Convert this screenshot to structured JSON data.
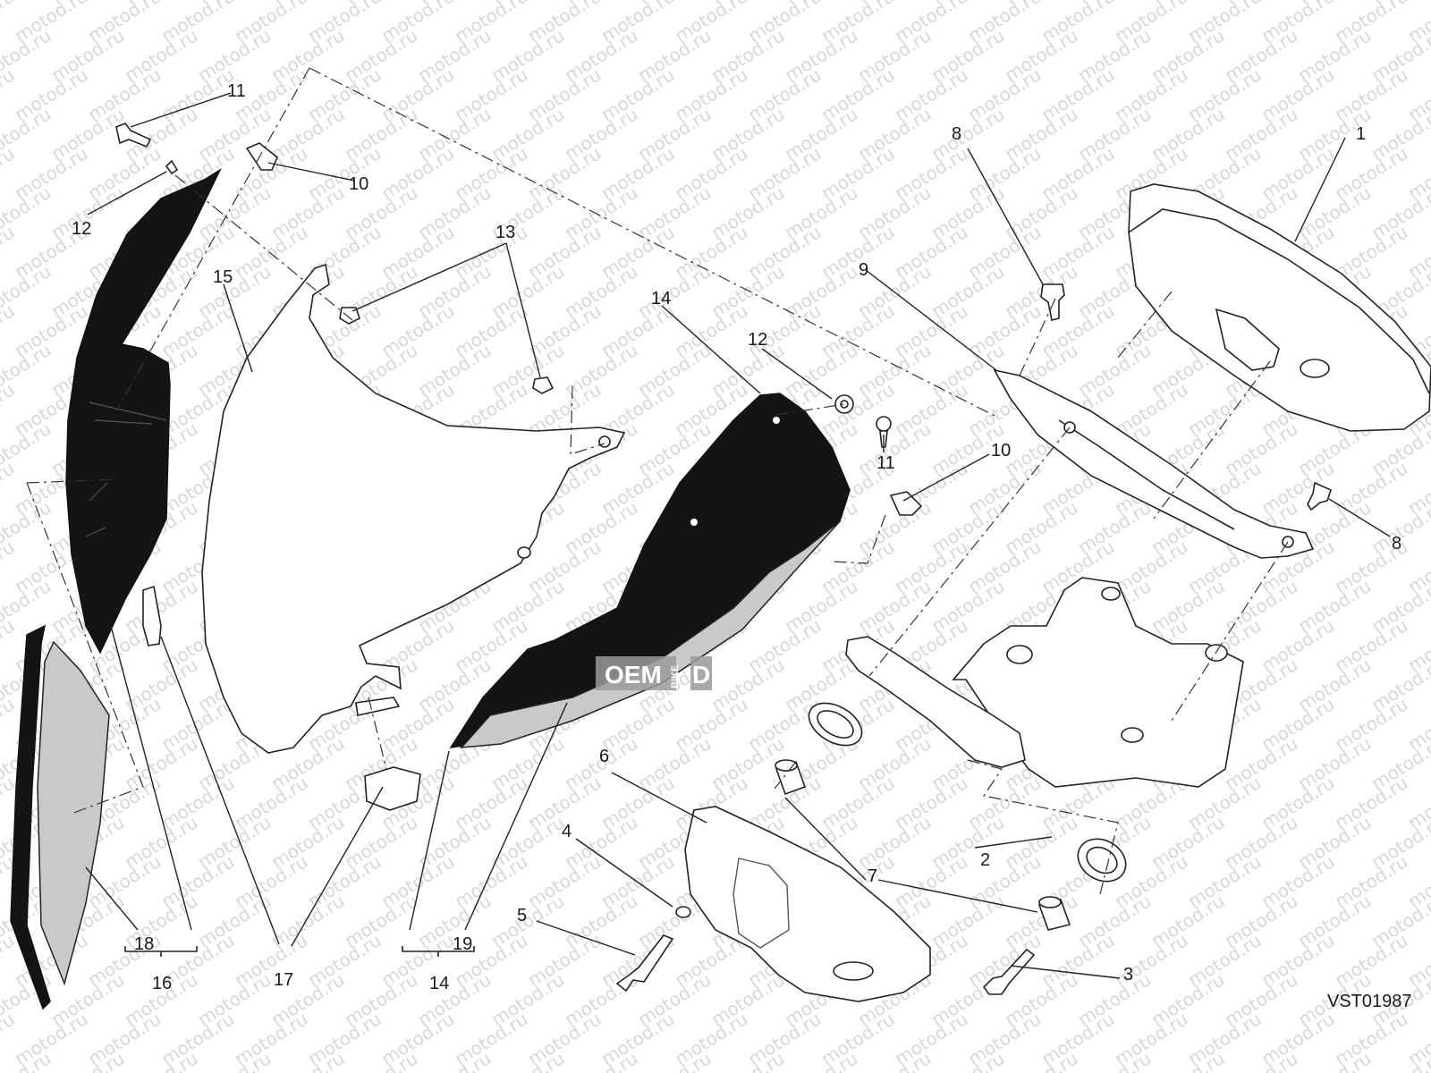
{
  "watermark": "motod.ru",
  "drawing_code": "VST01987",
  "stamp": {
    "text": "OEM",
    "subtext": "BIKE",
    "extra": "D"
  },
  "callouts": [
    {
      "id": "c1",
      "num": "1"
    },
    {
      "id": "c2",
      "num": "2"
    },
    {
      "id": "c3",
      "num": "3"
    },
    {
      "id": "c4",
      "num": "4"
    },
    {
      "id": "c5",
      "num": "5"
    },
    {
      "id": "c6",
      "num": "6"
    },
    {
      "id": "c7",
      "num": "7"
    },
    {
      "id": "c8a",
      "num": "8"
    },
    {
      "id": "c8b",
      "num": "8"
    },
    {
      "id": "c9",
      "num": "9"
    },
    {
      "id": "c10a",
      "num": "10"
    },
    {
      "id": "c10b",
      "num": "10"
    },
    {
      "id": "c11a",
      "num": "11"
    },
    {
      "id": "c11b",
      "num": "11"
    },
    {
      "id": "c12a",
      "num": "12"
    },
    {
      "id": "c12b",
      "num": "12"
    },
    {
      "id": "c13",
      "num": "13"
    },
    {
      "id": "c14a",
      "num": "14"
    },
    {
      "id": "c14b",
      "num": "14"
    },
    {
      "id": "c15",
      "num": "15"
    },
    {
      "id": "c16",
      "num": "16"
    },
    {
      "id": "c17",
      "num": "17"
    },
    {
      "id": "c18",
      "num": "18"
    },
    {
      "id": "c19",
      "num": "19"
    }
  ]
}
